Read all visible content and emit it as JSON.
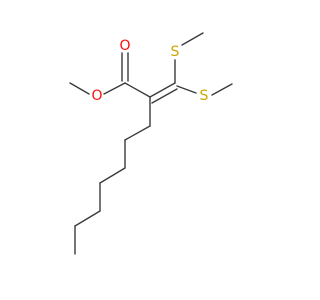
{
  "molecule": {
    "atoms": {
      "o_carbonyl": {
        "symbol": "O",
        "color": "#ff0d0d"
      },
      "o_ester": {
        "symbol": "O",
        "color": "#ff0d0d"
      },
      "s_upper": {
        "symbol": "S",
        "color": "#c8a800"
      },
      "s_lower": {
        "symbol": "S",
        "color": "#c8a800"
      }
    },
    "bond_color": "#3a3a3a"
  }
}
